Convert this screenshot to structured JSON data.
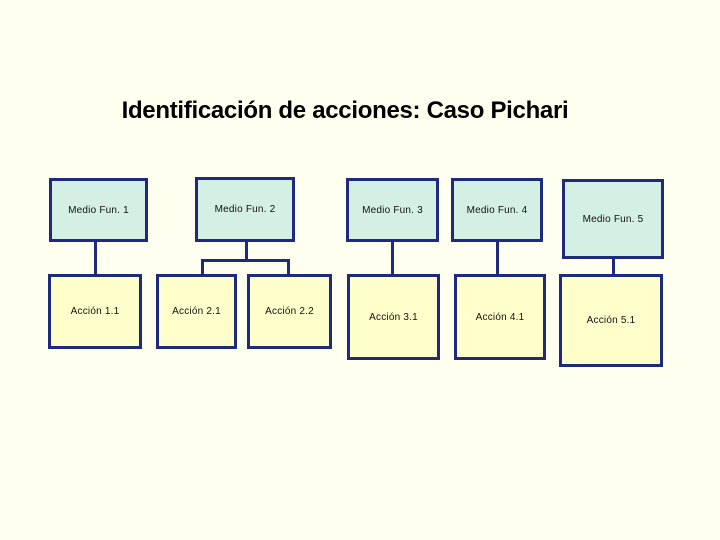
{
  "slide": {
    "title": "Identificación de acciones: Caso Pichari",
    "colors": {
      "background": "#FFFFEF",
      "box_border": "#1E2A7E",
      "medio_fill": "#D4F0E5",
      "accion_fill": "#FFFFCC",
      "text": "#000000"
    },
    "medios": [
      {
        "label": "Medio Fun. 1"
      },
      {
        "label": "Medio Fun. 2"
      },
      {
        "label": "Medio Fun. 3"
      },
      {
        "label": "Medio Fun. 4"
      },
      {
        "label": "Medio Fun. 5"
      }
    ],
    "acciones": [
      {
        "label": "Acción 1.1"
      },
      {
        "label": "Acción 2.1"
      },
      {
        "label": "Acción 2.2"
      },
      {
        "label": "Acción 3.1"
      },
      {
        "label": "Acción 4.1"
      },
      {
        "label": "Acción 5.1"
      }
    ],
    "edges": [
      {
        "from": "Medio Fun. 1",
        "to": [
          "Acción 1.1"
        ]
      },
      {
        "from": "Medio Fun. 2",
        "to": [
          "Acción 2.1",
          "Acción 2.2"
        ]
      },
      {
        "from": "Medio Fun. 3",
        "to": [
          "Acción 3.1"
        ]
      },
      {
        "from": "Medio Fun. 4",
        "to": [
          "Acción 4.1"
        ]
      },
      {
        "from": "Medio Fun. 5",
        "to": [
          "Acción 5.1"
        ]
      }
    ]
  }
}
